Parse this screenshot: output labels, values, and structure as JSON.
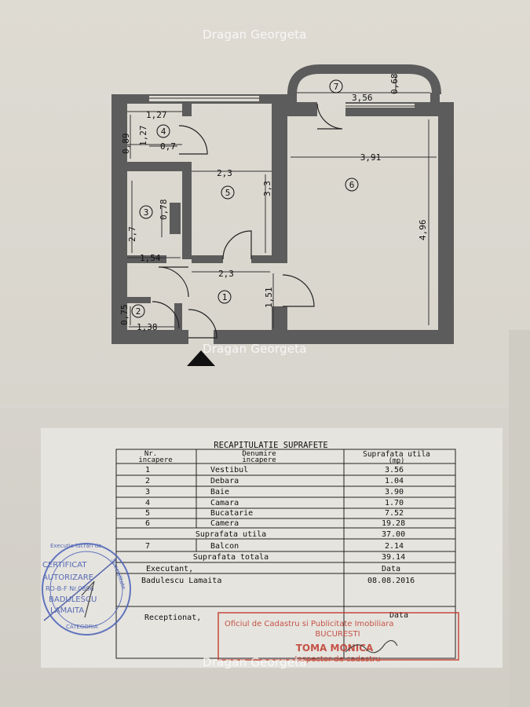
{
  "watermark": "Dragan Georgeta",
  "plan": {
    "rooms": [
      {
        "id": "r1",
        "number": "1"
      },
      {
        "id": "r2",
        "number": "2"
      },
      {
        "id": "r3",
        "number": "3"
      },
      {
        "id": "r4",
        "number": "4"
      },
      {
        "id": "r5",
        "number": "5"
      },
      {
        "id": "r6",
        "number": "6"
      },
      {
        "id": "r7",
        "number": "7"
      }
    ],
    "dimensions": {
      "d_127a": "1,27",
      "d_127b": "1,27",
      "d_089": "0,89",
      "d_07": "0,7",
      "d_23top": "2,3",
      "d_33": "3,3",
      "d_078": "0,78",
      "d_27": "2,7",
      "d_154": "1,54",
      "d_23mid": "2,3",
      "d_151": "1,51",
      "d_075": "0,75",
      "d_138": "1,38",
      "d_356": "3,56",
      "d_068": "0,68",
      "d_391": "3,91",
      "d_496": "4,96"
    }
  },
  "table": {
    "title": "RECAPITULATIE SUPRAFETE",
    "headers": {
      "nr_line1": "Nr.",
      "nr_line2": "incapere",
      "name_line1": "Denumire",
      "name_line2": "incapere",
      "area_line1": "Suprafata utila",
      "area_line2": "(mp)"
    },
    "rows": [
      {
        "nr": "1",
        "name": "Vestibul",
        "area": "3.56"
      },
      {
        "nr": "2",
        "name": "Debara",
        "area": "1.04"
      },
      {
        "nr": "3",
        "name": "Baie",
        "area": "3.90"
      },
      {
        "nr": "4",
        "name": "Camara",
        "area": "1.70"
      },
      {
        "nr": "5",
        "name": "Bucatarie",
        "area": "7.52"
      },
      {
        "nr": "6",
        "name": "Camera",
        "area": "19.28"
      }
    ],
    "util_label": "Suprafata utila",
    "util_value": "37.00",
    "balcon": {
      "nr": "7",
      "name": "Balcon",
      "area": "2.14"
    },
    "total_label": "Suprafata totala",
    "total_value": "39.14",
    "executant_label": "Executant,",
    "data_label": "Data",
    "executant_name": "Badulescu Lamaita",
    "executant_date": "08.08.2016",
    "receptionat_label": "Receptionat,",
    "data_label2": "Data"
  },
  "stamp_left": {
    "arc_top": "Executie lucrari de",
    "arc_right": "Specialitate",
    "line1": "CERTIFICAT",
    "line2": "AUTORIZARE",
    "line3": "RO-B-F Nr.0896",
    "line4": "BADULESCU",
    "line5": "LAMAITA",
    "line6": "CATEGORIA"
  },
  "stamp_right": {
    "line1": "Oficiul de Cadastru si Publicitate Imobiliara",
    "line2": "BUCURESTI",
    "line3": "TOMA MONICA",
    "line4": "Inspector de cadastru"
  },
  "colors": {
    "ink": "#111111",
    "wall": "#5a5a5a",
    "stamp_blue": "#4a62b8",
    "stamp_red": "#c0392b"
  }
}
